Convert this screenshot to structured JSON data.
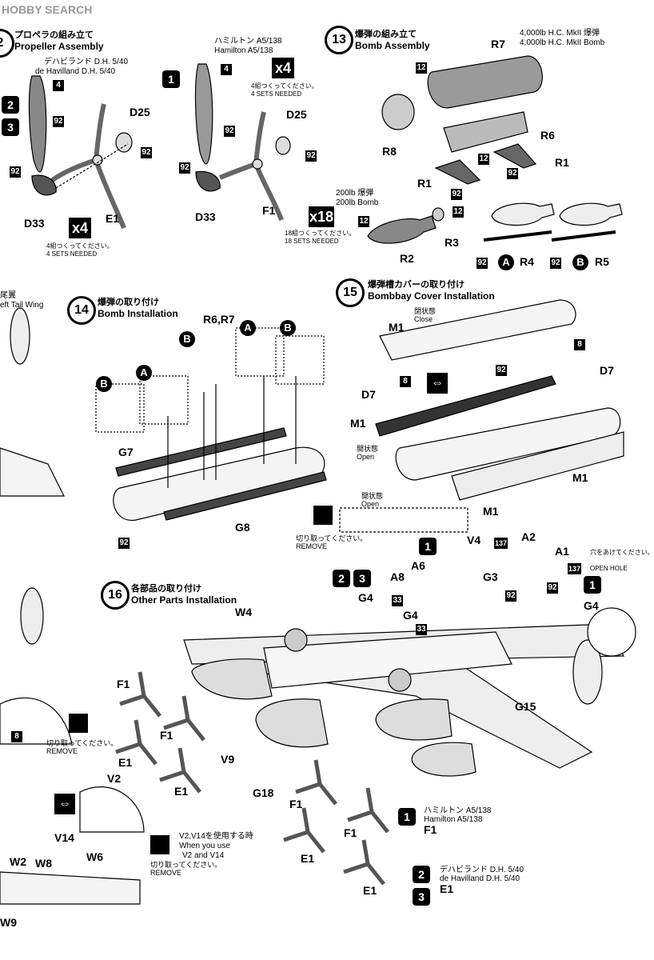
{
  "header": {
    "logo": "HOBBY SEARCH"
  },
  "steps": {
    "s12": {
      "num": "2",
      "jp": "プロペラの組み立て",
      "en": "Propeller Assembly"
    },
    "s13": {
      "num": "13",
      "jp": "爆弾の組み立て",
      "en": "Bomb Assembly"
    },
    "s14": {
      "num": "14",
      "jp": "爆弾の取り付け",
      "en": "Bomb Installation"
    },
    "s15": {
      "num": "15",
      "jp": "爆弾槽カバーの取り付け",
      "en": "Bombbay Cover Installation"
    },
    "s16": {
      "num": "16",
      "jp": "各部品の取り付け",
      "en": "Other Parts Installation"
    }
  },
  "variants": {
    "dehav_jp": "デハビランド D.H. 5/40",
    "dehav_en": "de Havilland D.H. 5/40",
    "ham_jp": "ハミルトン A5/138",
    "ham_en": "Hamilton A5/138",
    "v1": "1",
    "v2": "2",
    "v3": "3"
  },
  "propeller": {
    "x4": "x4",
    "sets_jp": "4組つくってください。",
    "sets_en": "4 SETS NEEDED",
    "parts": {
      "d25": "D25",
      "d33": "D33",
      "e1": "E1",
      "f1": "F1",
      "n92": "92",
      "n4": "4"
    }
  },
  "bomb": {
    "big_jp": "4,000lb H.C. MkII 爆弾",
    "big_en": "4,000lb H.C. MkII Bomb",
    "small_jp": "200lb 爆弾",
    "small_en": "200lb Bomb",
    "x18": "x18",
    "sets18_jp": "18組つくってください。",
    "sets18_en": "18 SETS NEEDED",
    "parts": {
      "r1": "R1",
      "r2": "R2",
      "r3": "R3",
      "r4": "R4",
      "r5": "R5",
      "r6": "R6",
      "r7": "R7",
      "r8": "R8",
      "n12": "12",
      "a": "A",
      "b": "B"
    }
  },
  "install": {
    "r6r7": "R6,R7",
    "g7": "G7",
    "g8": "G8",
    "tail_jp": "尾翼",
    "tail_en": "eft Tail Wing"
  },
  "bombbay": {
    "close_jp": "閉状態",
    "close_en": "Close",
    "open_jp": "開状態",
    "open_en": "Open",
    "remove_jp": "切り取ってください。",
    "remove_en": "REMOVE",
    "parts": {
      "m1": "M1",
      "d7": "D7",
      "n8": "8"
    }
  },
  "other": {
    "parts": {
      "v4": "V4",
      "a6": "A6",
      "a8": "A8",
      "a2": "A2",
      "a1": "A1",
      "g3": "G3",
      "g4": "G4",
      "w4": "W4",
      "f1": "F1",
      "e1": "E1",
      "v9": "V9",
      "g18": "G18",
      "g15": "G15",
      "v2": "V2",
      "v14": "V14",
      "w2": "W2",
      "w8": "W8",
      "w6": "W6",
      "w9": "W9",
      "n33": "33",
      "n137": "137"
    },
    "hole_jp": "穴をあけてください。",
    "hole_en": "OPEN HOLE",
    "v2v14_jp": "V2,V14を使用する時",
    "v2v14_en1": "When you use",
    "v2v14_en2": "V2 and V14"
  }
}
